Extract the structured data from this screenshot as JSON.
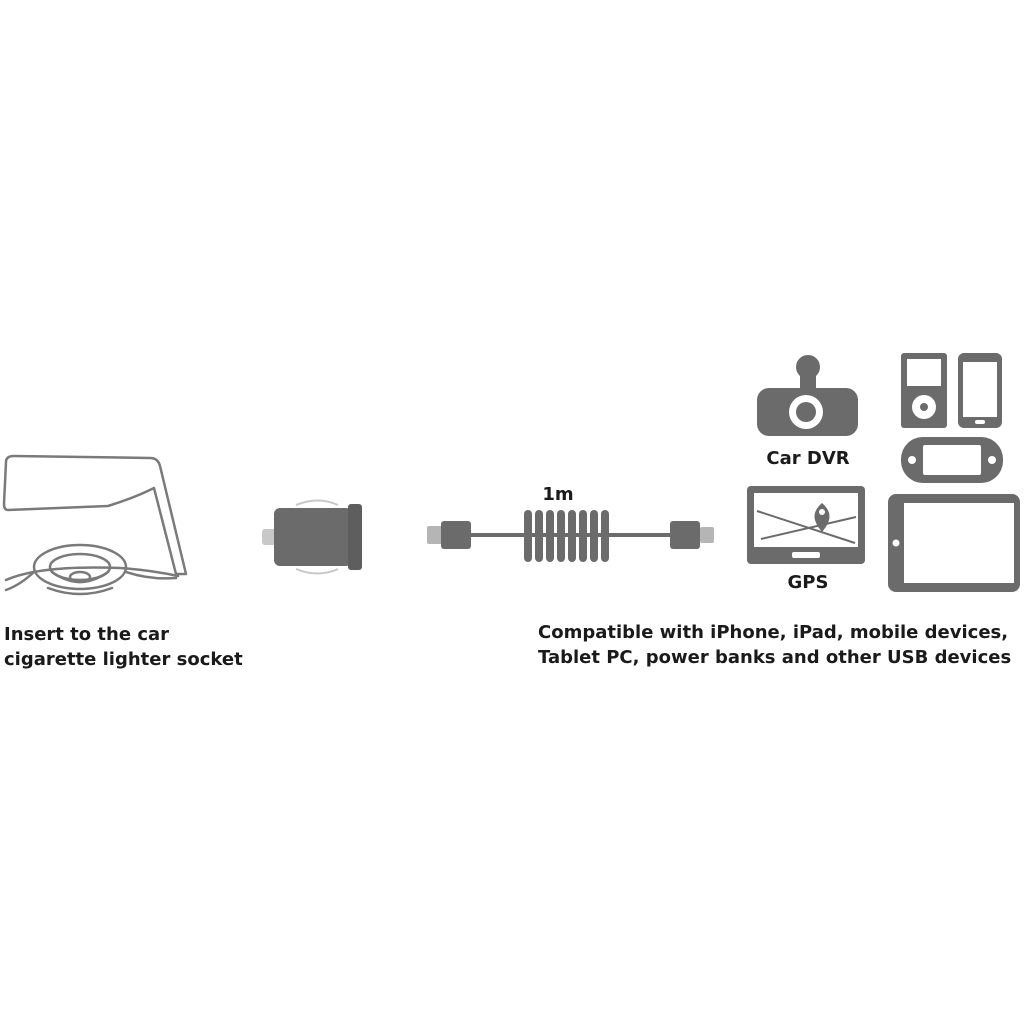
{
  "captions": {
    "left_line1": "Insert to the car",
    "left_line2": "cigarette lighter socket",
    "right_line1": "Compatible with iPhone, iPad, mobile devices,",
    "right_line2": "Tablet PC, power banks and other USB devices"
  },
  "labels": {
    "cable_length": "1m",
    "car_dvr": "Car DVR",
    "gps": "GPS"
  },
  "colors": {
    "device_fill": "#6b6b6b",
    "line_art": "#7a7a7a",
    "text": "#1a1a1a"
  }
}
